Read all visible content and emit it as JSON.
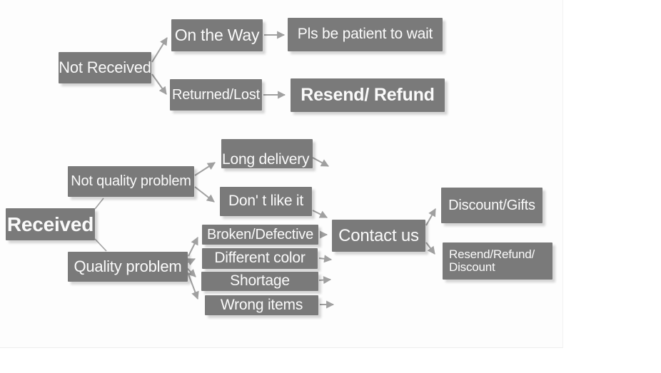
{
  "diagram": {
    "type": "flowchart",
    "topic": "Order problem resolution flow",
    "colors": {
      "node_fill": "#7a7a7a",
      "node_text": "#fafafa",
      "arrow": "#a0a0a0",
      "background": "#fdfdfd"
    },
    "nodes": {
      "not_received": {
        "label": "Not Received"
      },
      "on_the_way": {
        "label": "On the Way"
      },
      "pls_wait": {
        "label": "Pls be patient to wait"
      },
      "returned_lost": {
        "label": "Returned/Lost"
      },
      "resend_refund": {
        "label": "Resend/ Refund"
      },
      "received": {
        "label": "Received"
      },
      "not_quality_problem": {
        "label": "Not quality problem"
      },
      "long_delivery": {
        "label": "Long delivery"
      },
      "dont_like_it": {
        "label": "Don' t like it"
      },
      "quality_problem": {
        "label": "Quality problem"
      },
      "broken_defective": {
        "label": "Broken/Defective"
      },
      "different_color": {
        "label": "Different color"
      },
      "shortage": {
        "label": "Shortage"
      },
      "wrong_items": {
        "label": "Wrong items"
      },
      "contact_us": {
        "label": "Contact us"
      },
      "discount_gifts": {
        "label": "Discount/Gifts"
      },
      "resend_refund_discount": {
        "label": "Resend/Refund/",
        "label2": "Discount"
      }
    },
    "edges": [
      {
        "from": "not_received",
        "to": "on_the_way",
        "arrowhead": true
      },
      {
        "from": "not_received",
        "to": "returned_lost",
        "arrowhead": true
      },
      {
        "from": "on_the_way",
        "to": "pls_wait",
        "arrowhead": true
      },
      {
        "from": "returned_lost",
        "to": "resend_refund",
        "arrowhead": true
      },
      {
        "from": "received",
        "to": "not_quality_problem",
        "arrowhead": false
      },
      {
        "from": "received",
        "to": "quality_problem",
        "arrowhead": false
      },
      {
        "from": "not_quality_problem",
        "to": "long_delivery",
        "arrowhead": true
      },
      {
        "from": "not_quality_problem",
        "to": "dont_like_it",
        "arrowhead": true
      },
      {
        "from": "long_delivery",
        "to": "contact_us",
        "arrowhead": true
      },
      {
        "from": "dont_like_it",
        "to": "contact_us",
        "arrowhead": true
      },
      {
        "from": "quality_problem",
        "to": "broken_defective",
        "arrowhead": true
      },
      {
        "from": "quality_problem",
        "to": "different_color",
        "arrowhead": true
      },
      {
        "from": "quality_problem",
        "to": "shortage",
        "arrowhead": true
      },
      {
        "from": "quality_problem",
        "to": "wrong_items",
        "arrowhead": true
      },
      {
        "from": "broken_defective",
        "to": "contact_us",
        "arrowhead": true
      },
      {
        "from": "different_color",
        "to": "contact_us",
        "arrowhead": true
      },
      {
        "from": "shortage",
        "to": "contact_us",
        "arrowhead": true
      },
      {
        "from": "wrong_items",
        "to": "contact_us",
        "arrowhead": true
      },
      {
        "from": "contact_us",
        "to": "discount_gifts",
        "arrowhead": true
      },
      {
        "from": "contact_us",
        "to": "resend_refund_discount",
        "arrowhead": true
      }
    ]
  }
}
